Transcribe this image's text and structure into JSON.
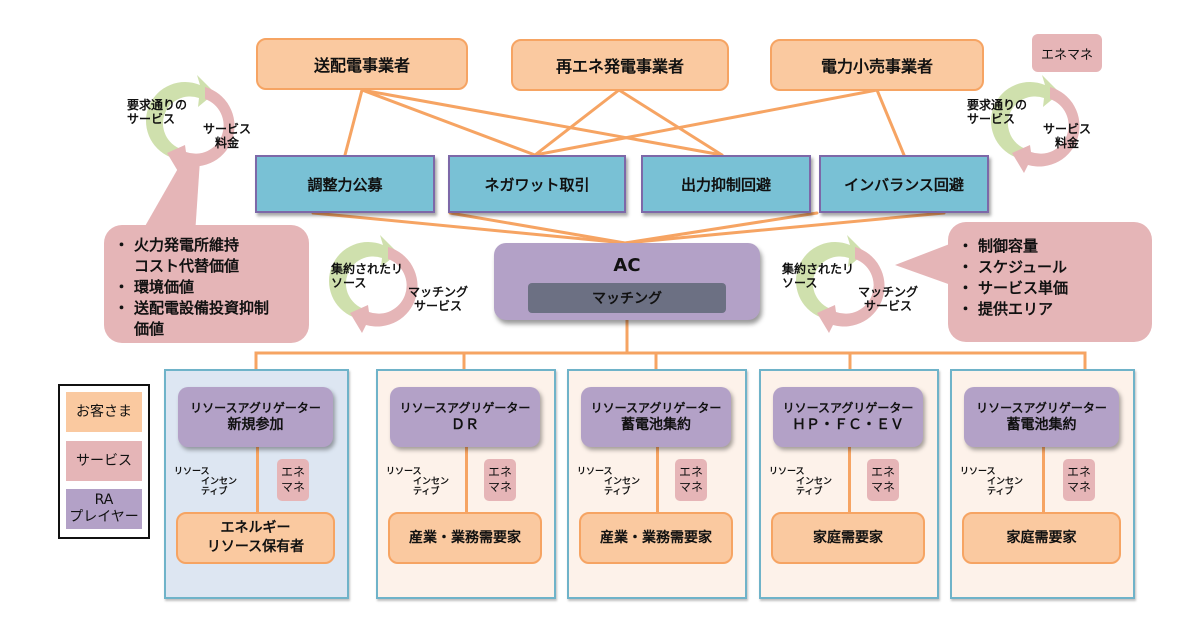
{
  "top_entities": [
    {
      "label": "送配電事業者"
    },
    {
      "label": "再エネ発電事業者"
    },
    {
      "label": "電力小売事業者"
    }
  ],
  "services": [
    {
      "label": "調整力公募"
    },
    {
      "label": "ネガワット取引"
    },
    {
      "label": "出力抑制回避"
    },
    {
      "label": "インバランス回避"
    }
  ],
  "top_enemane": "エネマネ",
  "left_cycle": {
    "outer": "要求通りの\nサービス",
    "inner": "サービス\n料金"
  },
  "right_cycle": {
    "outer": "要求通りの\nサービス",
    "inner": "サービス\n料金"
  },
  "left_callout": {
    "items": [
      "火力発電所維持コスト代替価値",
      "環境価値",
      "送配電設備投資抑制価値"
    ],
    "lines": [
      "火力発電所維持",
      "コスト代替価値",
      "環境価値",
      "送配電設備投資抑制",
      "価値"
    ]
  },
  "ac": {
    "title": "AC",
    "inner": "マッチング"
  },
  "left_match_cycle": {
    "outer": "集約されたリ\nソース",
    "inner": "マッチング\nサービス"
  },
  "right_match_cycle": {
    "outer": "集約されたリ\nソース",
    "inner": "マッチング\nサービス"
  },
  "right_callout": {
    "items": [
      "制御容量",
      "スケジュール",
      "サービス単価",
      "提供エリア"
    ]
  },
  "legend": {
    "customer": "お客さま",
    "service": "サービス",
    "ra_player_line1": "RA",
    "ra_player_line2": "プレイヤー"
  },
  "aggregators": [
    {
      "title": "リソースアグリゲーター",
      "sub": "新規参加",
      "customer": [
        "エネルギー",
        "リソース保有者"
      ],
      "cycle_a": "リソース",
      "cycle_b": "インセン\nティブ",
      "enemane": [
        "エネ",
        "マネ"
      ]
    },
    {
      "title": "リソースアグリゲーター",
      "sub": "ＤＲ",
      "customer": [
        "産業・業務需要家"
      ],
      "cycle_a": "リソース",
      "cycle_b": "インセン\nティブ",
      "enemane": [
        "エネ",
        "マネ"
      ]
    },
    {
      "title": "リソースアグリゲーター",
      "sub": "蓄電池集約",
      "customer": [
        "産業・業務需要家"
      ],
      "cycle_a": "リソース",
      "cycle_b": "インセン\nティブ",
      "enemane": [
        "エネ",
        "マネ"
      ]
    },
    {
      "title": "リソースアグリゲーター",
      "sub": "ＨＰ・ＦＣ・ＥＶ",
      "customer": [
        "家庭需要家"
      ],
      "cycle_a": "リソース",
      "cycle_b": "インセン\nティブ",
      "enemane": [
        "エネ",
        "マネ"
      ]
    },
    {
      "title": "リソースアグリゲーター",
      "sub": "蓄電池集約",
      "customer": [
        "家庭需要家"
      ],
      "cycle_a": "リソース",
      "cycle_b": "インセン\nティブ",
      "enemane": [
        "エネ",
        "マネ"
      ]
    }
  ],
  "colors": {
    "customer_fill": "#fac9a0",
    "customer_border": "#f6a463",
    "service_fill": "#e5b5b7",
    "ra_fill": "#b3a1c7",
    "service_box_fill": "#79c1d5",
    "connector": "#f6a463",
    "cycle_green": "#cfe0ad",
    "cycle_pink": "#e5b5b7",
    "mini_green": "#7cc26b",
    "mini_pink": "#ea7f88",
    "panel_new_fill": "#dde6f2",
    "panel_fill": "#fdf2ea"
  }
}
